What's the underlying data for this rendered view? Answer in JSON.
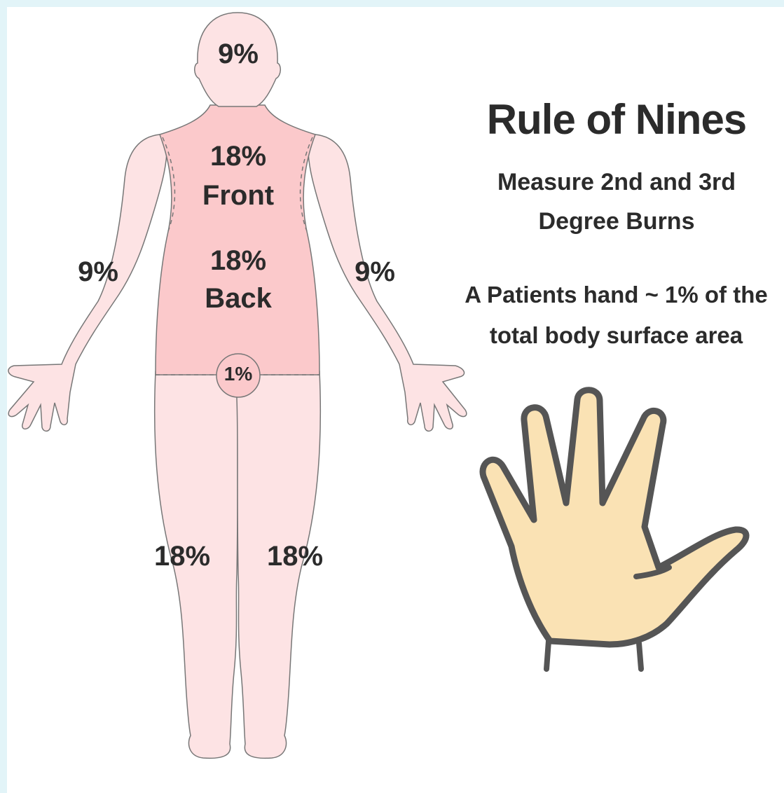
{
  "title": "Rule of Nines",
  "subtitle": [
    "Measure 2nd and 3rd",
    "Degree Burns"
  ],
  "note": [
    "A Patients hand ~ 1% of the",
    "total body surface area"
  ],
  "regions": {
    "head": "9%",
    "torso_front_pct": "18%",
    "torso_front_word": "Front",
    "torso_back_pct": "18%",
    "torso_back_word": "Back",
    "left_arm": "9%",
    "right_arm": "9%",
    "left_leg": "18%",
    "right_leg": "18%",
    "groin": "1%"
  },
  "colors": {
    "skin_light": "#fde3e4",
    "skin_torso": "#fbc9cb",
    "hand_fill": "#fae2b4",
    "outline": "#555555",
    "background": "#e2f4f8"
  }
}
